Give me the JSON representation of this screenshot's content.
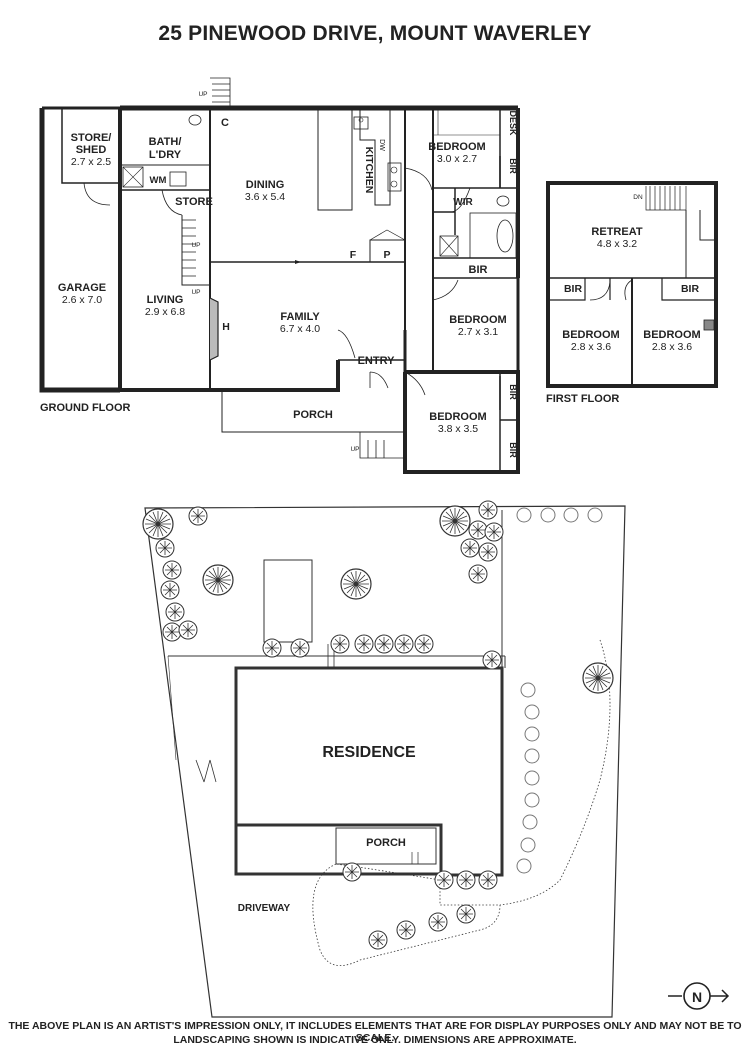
{
  "title": "25 PINEWOOD DRIVE, MOUNT WAVERLEY",
  "ground_floor": {
    "heading": "GROUND FLOOR",
    "rooms": {
      "store_shed": {
        "name1": "STORE/",
        "name2": "SHED",
        "dims": "2.7 x 2.5"
      },
      "bath": {
        "name1": "BATH/",
        "name2": "L'DRY"
      },
      "garage": {
        "name": "GARAGE",
        "dims": "2.6 x 7.0"
      },
      "living": {
        "name": "LIVING",
        "dims": "2.9 x 6.8"
      },
      "dining": {
        "name": "DINING",
        "dims": "3.6 x 5.4"
      },
      "family": {
        "name": "FAMILY",
        "dims": "6.7 x 4.0"
      },
      "kitchen": {
        "name": "KITCHEN"
      },
      "bedroom_a": {
        "name": "BEDROOM",
        "dims": "3.0 x 2.7"
      },
      "bedroom_b": {
        "name": "BEDROOM",
        "dims": "2.7 x 3.1"
      },
      "bedroom_c": {
        "name": "BEDROOM",
        "dims": "3.8 x 3.5"
      },
      "entry": {
        "name": "ENTRY"
      },
      "porch": {
        "name": "PORCH"
      }
    },
    "marks": {
      "store": "STORE",
      "c": "C",
      "wm": "WM",
      "wir": "WIR",
      "desk": "DESK",
      "bir": "BIR",
      "f": "F",
      "p": "P",
      "h": "H",
      "up": "UP",
      "dw": "DW"
    }
  },
  "first_floor": {
    "heading": "FIRST FLOOR",
    "retreat": {
      "name": "RETREAT",
      "dims": "4.8 x 3.2"
    },
    "bedroom_left": {
      "name": "BEDROOM",
      "dims": "2.8 x 3.6"
    },
    "bedroom_right": {
      "name": "BEDROOM",
      "dims": "2.8 x 3.6"
    },
    "bir": "BIR",
    "dn": "DN"
  },
  "site": {
    "residence": "RESIDENCE",
    "porch": "PORCH",
    "driveway": "DRIVEWAY",
    "north": "N"
  },
  "disclaimer": {
    "line1": "THE ABOVE PLAN IS AN ARTIST'S IMPRESSION ONLY, IT INCLUDES ELEMENTS THAT ARE FOR DISPLAY PURPOSES ONLY AND MAY NOT BE TO SCALE.",
    "line2": "LANDSCAPING SHOWN IS INDICATIVE ONLY. DIMENSIONS ARE APPROXIMATE."
  }
}
